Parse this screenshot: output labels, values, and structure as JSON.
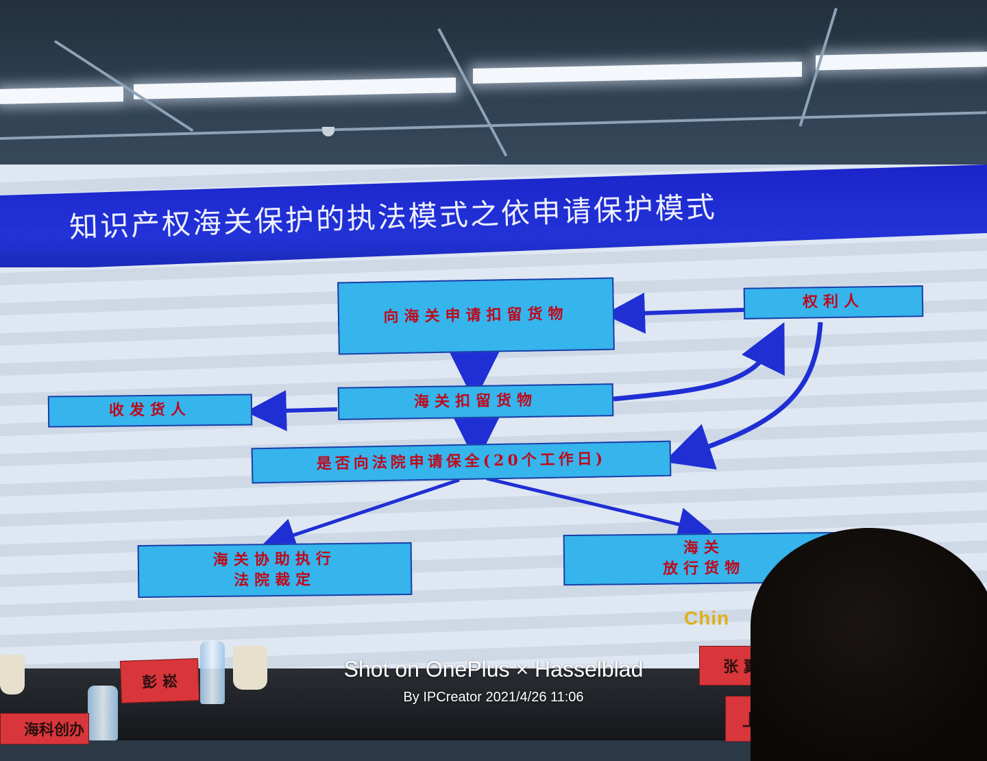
{
  "slide": {
    "title": "知识产权海关保护的执法模式之依申请保护模式",
    "nodes": {
      "apply_detain": "向海关申请扣留货物",
      "right_holder": "权利人",
      "customs_detain": "海关扣留货物",
      "consignee": "收发货人",
      "court_question": "是否向法院申请保全(20个工作日)",
      "assist_line1": "海关协助执行",
      "assist_line2": "法院裁定",
      "release_line1": "海关",
      "release_line2": "放行货物"
    },
    "logo_fragment": "Chin"
  },
  "room": {
    "nameplate_left": "彭 崧",
    "nameplate_right": "张 翼",
    "nameplate_right_bottom": "上海海",
    "nameplate_left_bottom": "海科创办"
  },
  "watermark": {
    "main": "Shot on OnePlus × Hasselblad",
    "sub": "By IPCreator  2021/4/26  11:06"
  },
  "colors": {
    "title_bar": "#2233d8",
    "node_fill": "#36b4ec",
    "node_text": "#c0081a",
    "arrow": "#1f2fd4"
  }
}
